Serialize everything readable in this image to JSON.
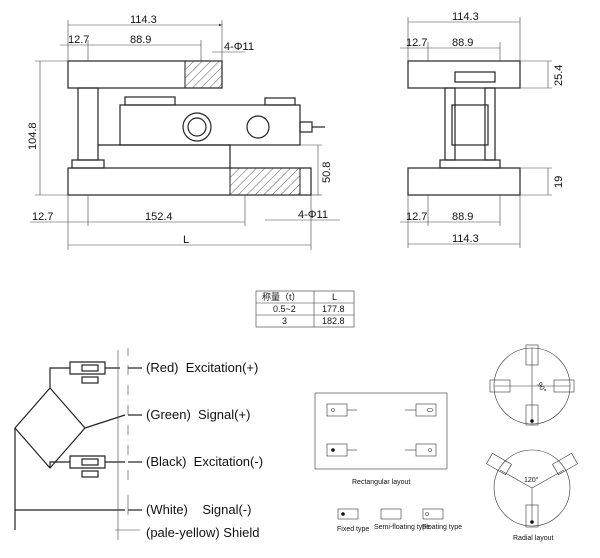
{
  "front_view": {
    "dim_total_width": "114.3",
    "dim_offset": "12.7",
    "dim_hole_spacing": "88.9",
    "dim_holes_top": "4-Φ11",
    "dim_height": "104.8",
    "dim_base_height": "50.8",
    "dim_offset_bottom": "12.7",
    "dim_base_spacing": "152.4",
    "dim_holes_bottom": "4-Φ11",
    "dim_length": "L"
  },
  "side_view": {
    "dim_total_width_top": "114.3",
    "dim_offset_top": "12.7",
    "dim_spacing_top": "88.9",
    "dim_top_thickness": "25.4",
    "dim_bottom_thickness": "19",
    "dim_offset_bottom": "12.7",
    "dim_spacing_bottom": "88.9",
    "dim_total_width_bottom": "114.3"
  },
  "table": {
    "headers": [
      "称量（t）",
      "L"
    ],
    "rows": [
      [
        "0.5~2",
        "177.8"
      ],
      [
        "3",
        "182.8"
      ]
    ]
  },
  "wiring": {
    "labels": [
      "(Red)  Excitation(+)",
      "(Green)  Signal(+)",
      "(Black)  Excitation(-)",
      "(White)    Signal(-)",
      "(pale-yellow) Shield"
    ]
  },
  "layouts": {
    "rectangular_caption": "Rectangular layout",
    "radial_caption": "Radial layout",
    "angle_90": "90°",
    "angle_120": "120°",
    "legend": [
      "Fixed type",
      "Semi-floating type",
      "Floating type"
    ]
  }
}
